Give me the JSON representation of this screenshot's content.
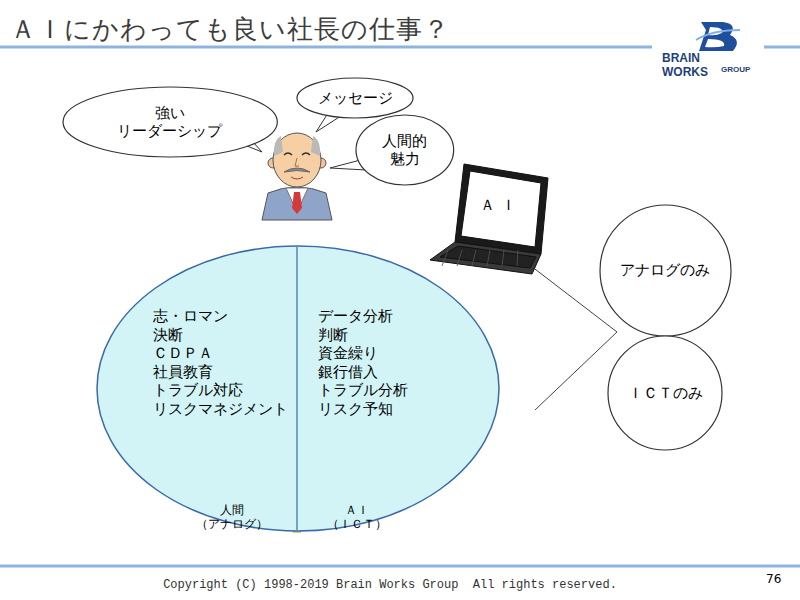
{
  "diagram": {
    "title": "ＡＩにかわっても良い社長の仕事？",
    "nodes": [
      {
        "text": [
          "強い リーダーシップ"
        ]
      },
      {
        "text": [
          "メッセージ"
        ]
      },
      {
        "text": [
          "人間的 魅力"
        ]
      },
      {
        "text": [
          "ＡＩ"
        ]
      },
      {
        "text": [
          "志・ロマン 決断 ＣＤＰＡ 社員教育 トラブル対応 リスクマネジメント",
          "データ分析 判断 資金繰り 銀行借入 トラブル分析 リスク予知"
        ]
      },
      {
        "text": [
          "アナログのみ"
        ]
      },
      {
        "text": [
          "ＩＣＴのみ"
        ]
      }
    ],
    "labels": [
      "BRAIN WORKS",
      "GROUP",
      "人間 （アナログ）",
      "ＡＩ （ＩＣＴ）",
      "Copyright (C) 1998-2019 Brain Works Group  All rights reserved.",
      "76"
    ]
  }
}
